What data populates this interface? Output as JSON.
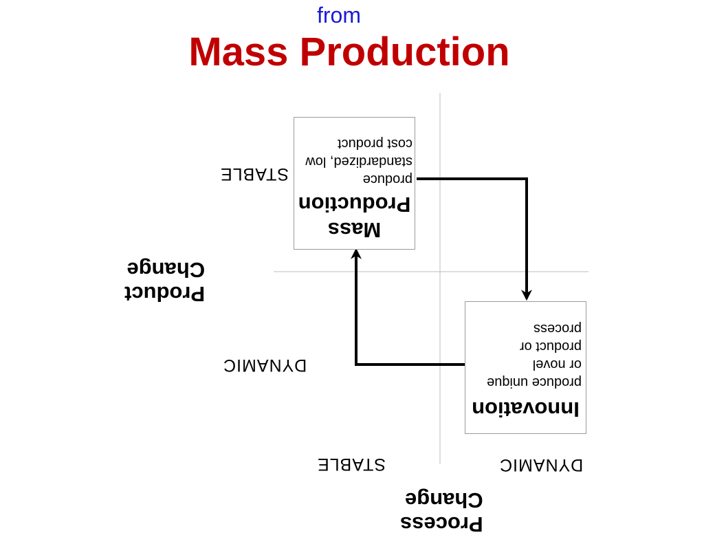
{
  "header": {
    "from": "from",
    "title": "Mass Production"
  },
  "axes": {
    "y_top": "STABLE",
    "y_bottom": "DYNAMIC",
    "y_title": [
      "Product",
      "Change"
    ],
    "x_left": "STABLE",
    "x_right": "DYNAMIC",
    "x_title": [
      "Process",
      "Change"
    ]
  },
  "boxes": {
    "mass": {
      "title": [
        "Mass",
        "Production"
      ],
      "desc": [
        "produce",
        "standardized, low",
        "cost product"
      ]
    },
    "innovation": {
      "title": "Innovation",
      "desc": [
        "produce unique",
        "or novel",
        "product or",
        "process"
      ]
    }
  },
  "colors": {
    "title": "#c00000",
    "from": "#1a1ad6",
    "gridline": "#bdbdbd"
  }
}
